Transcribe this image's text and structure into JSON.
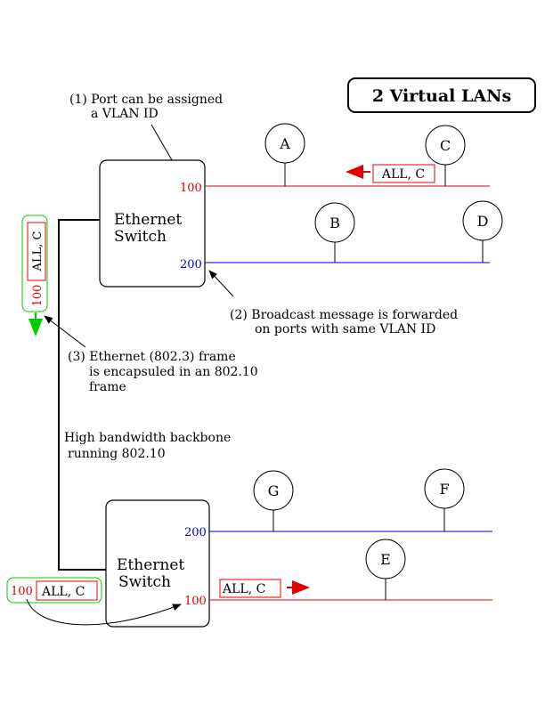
{
  "title": "2 Virtual LANs",
  "annotations": {
    "port_note_1": "(1) Port can be assigned",
    "port_note_2": "a VLAN ID",
    "broadcast_note_1": "(2) Broadcast message is forwarded",
    "broadcast_note_2": "on ports with same VLAN ID",
    "encap_note_1": "(3) Ethernet (802.3) frame",
    "encap_note_2": "is encapsuled in an 802.10",
    "encap_note_3": "frame",
    "backbone_note_1": "High bandwidth backbone",
    "backbone_note_2": "running 802.10"
  },
  "switches": {
    "top": {
      "label_line1": "Ethernet",
      "label_line2": "Switch",
      "port_red": "100",
      "port_blue": "200"
    },
    "bottom": {
      "label_line1": "Ethernet",
      "label_line2": "Switch",
      "port_red": "100",
      "port_blue": "200"
    }
  },
  "hosts": {
    "A": "A",
    "B": "B",
    "C": "C",
    "D": "D",
    "E": "E",
    "F": "F",
    "G": "G"
  },
  "frames": {
    "top_lan": "ALL, C",
    "backbone_vlan": "100",
    "backbone_payload": "ALL, C",
    "bottom_left_vlan": "100",
    "bottom_left_payload": "ALL, C",
    "bottom_lan": "ALL, C"
  },
  "colors": {
    "vlan_100": "#e00000",
    "vlan_200": "#0000cc",
    "encapsulation": "#00cc00",
    "ink": "#000000"
  }
}
